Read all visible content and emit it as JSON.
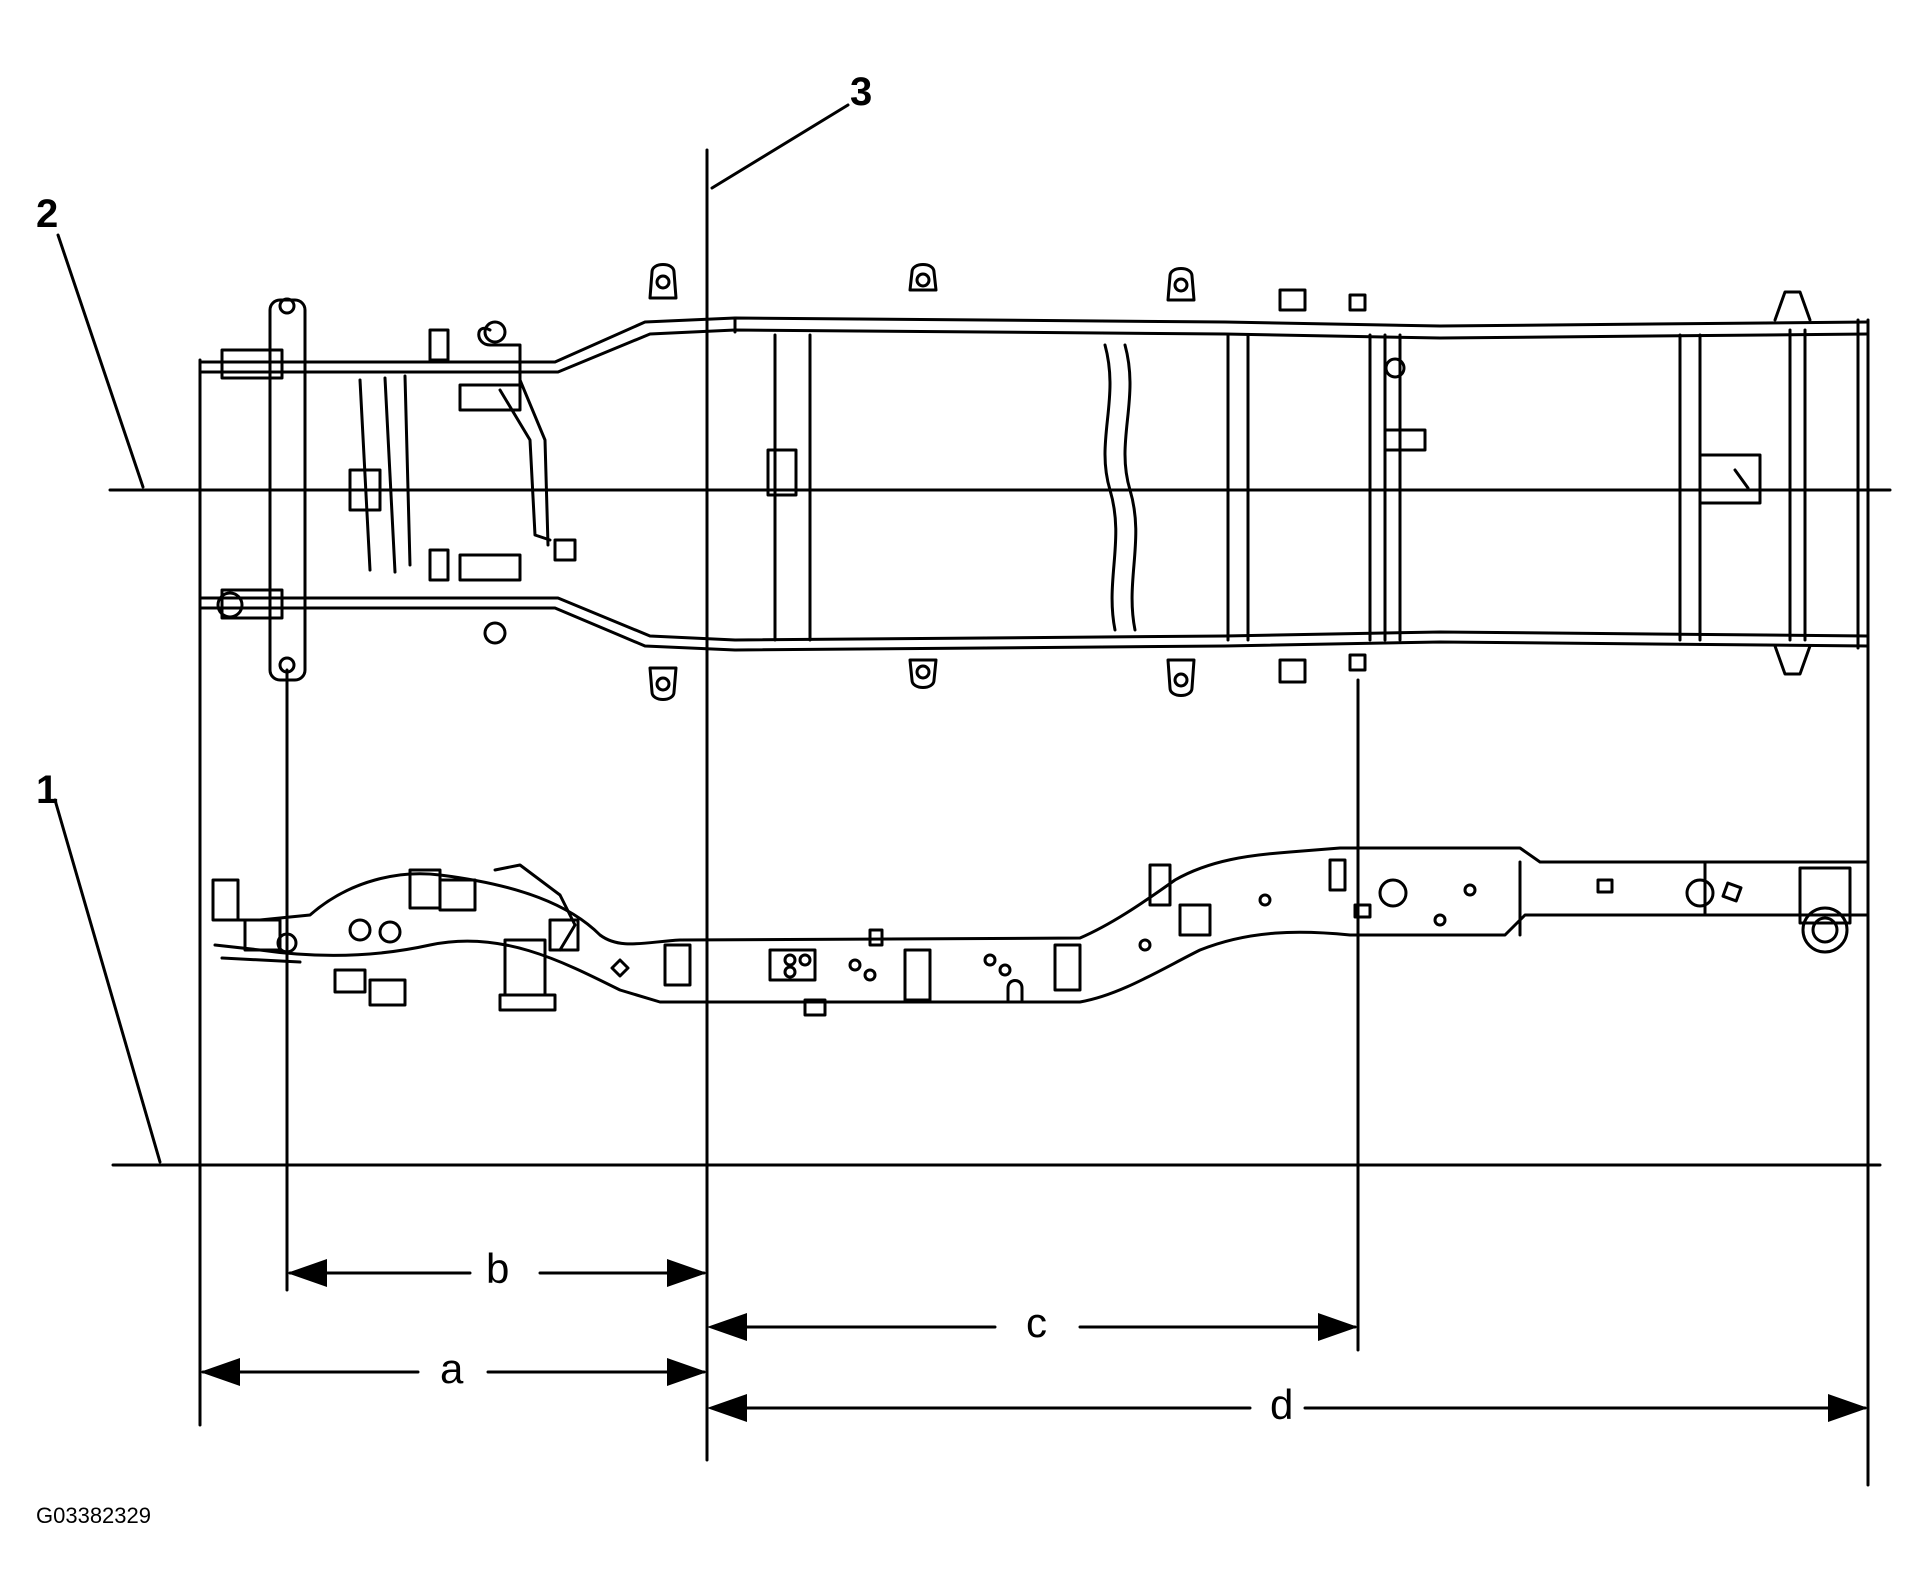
{
  "callouts": {
    "one": "1",
    "two": "2",
    "three": "3"
  },
  "dimensions": {
    "a": "a",
    "b": "b",
    "c": "c",
    "d": "d"
  },
  "figure_id": "G03382329",
  "colors": {
    "ink": "#000000",
    "background": "#ffffff"
  }
}
